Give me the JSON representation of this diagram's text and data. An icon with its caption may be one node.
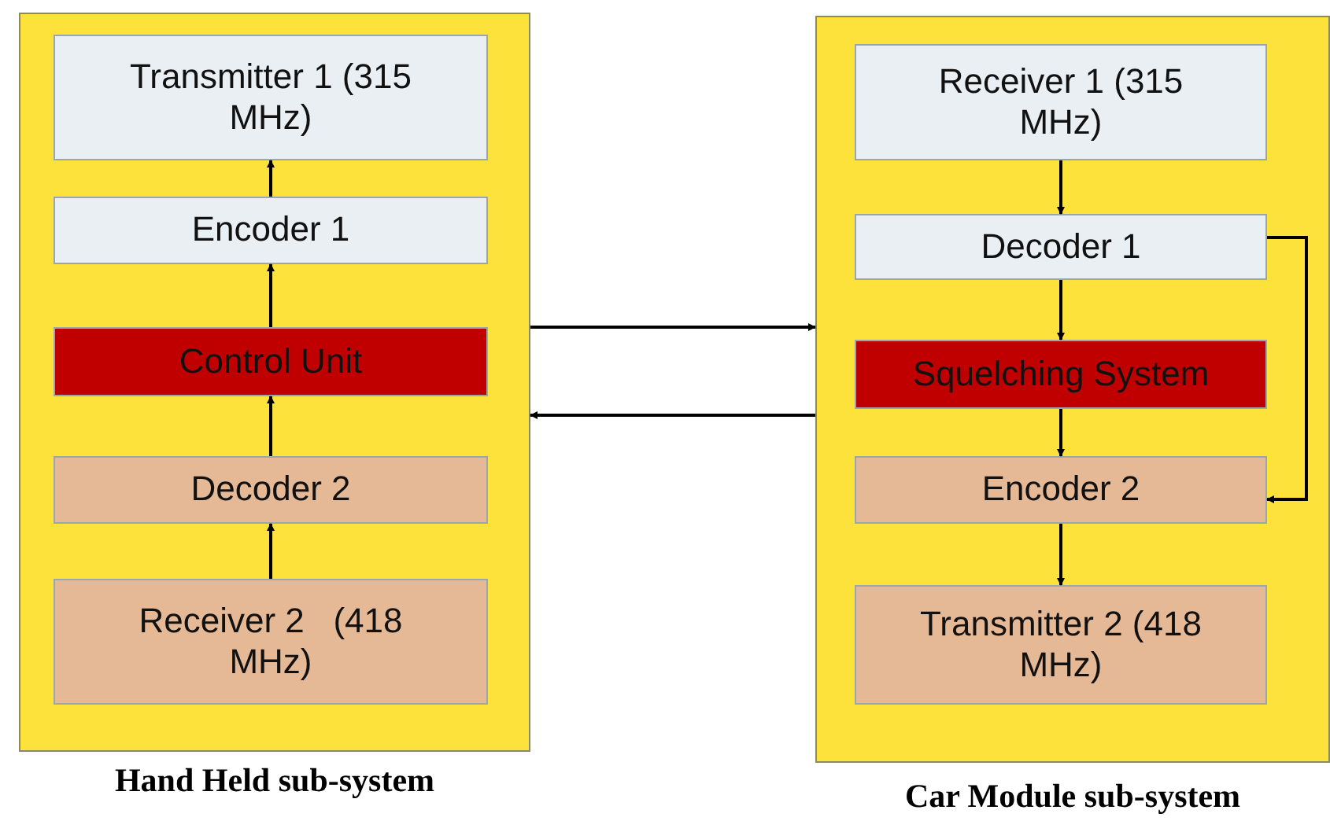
{
  "diagram": {
    "nodes": [
      {
        "text": [
          "Hand Held sub-system"
        ]
      },
      {
        "text": [
          "Transmitter 1 (315 MHz)"
        ],
        "in": 0
      },
      {
        "text": [
          "Encoder 1"
        ],
        "in": 0
      },
      {
        "text": [
          "Control Unit"
        ],
        "in": 0
      },
      {
        "text": [
          "Decoder 2"
        ],
        "in": 0
      },
      {
        "text": [
          "Receiver 2   (418 MHz)"
        ],
        "in": 0
      },
      {
        "text": [
          "Car Module sub-system"
        ]
      },
      {
        "text": [
          "Receiver 1 (315 MHz)"
        ],
        "in": 6
      },
      {
        "text": [
          "Decoder 1"
        ],
        "in": 6
      },
      {
        "text": [
          "Squelching System"
        ],
        "in": 6
      },
      {
        "text": [
          "Encoder 2"
        ],
        "in": 6
      },
      {
        "text": [
          "Transmitter 2 (418 MHz)"
        ],
        "in": 6
      }
    ],
    "edges": [
      {
        "from": 5,
        "to": 4,
        "arrow": "to"
      },
      {
        "from": 4,
        "to": 3,
        "arrow": "to"
      },
      {
        "from": 3,
        "to": 2,
        "arrow": "to"
      },
      {
        "from": 2,
        "to": 1,
        "arrow": "to"
      },
      {
        "from": 7,
        "to": 8,
        "arrow": "to"
      },
      {
        "from": 8,
        "to": 9,
        "arrow": "to"
      },
      {
        "from": 9,
        "to": 10,
        "arrow": "to"
      },
      {
        "from": 8,
        "to": 10,
        "arrow": "to"
      },
      {
        "from": 10,
        "to": 11,
        "arrow": "to"
      },
      {
        "from": 0,
        "to": 6,
        "arrow": "to"
      },
      {
        "from": 6,
        "to": 0,
        "arrow": "to"
      }
    ]
  }
}
